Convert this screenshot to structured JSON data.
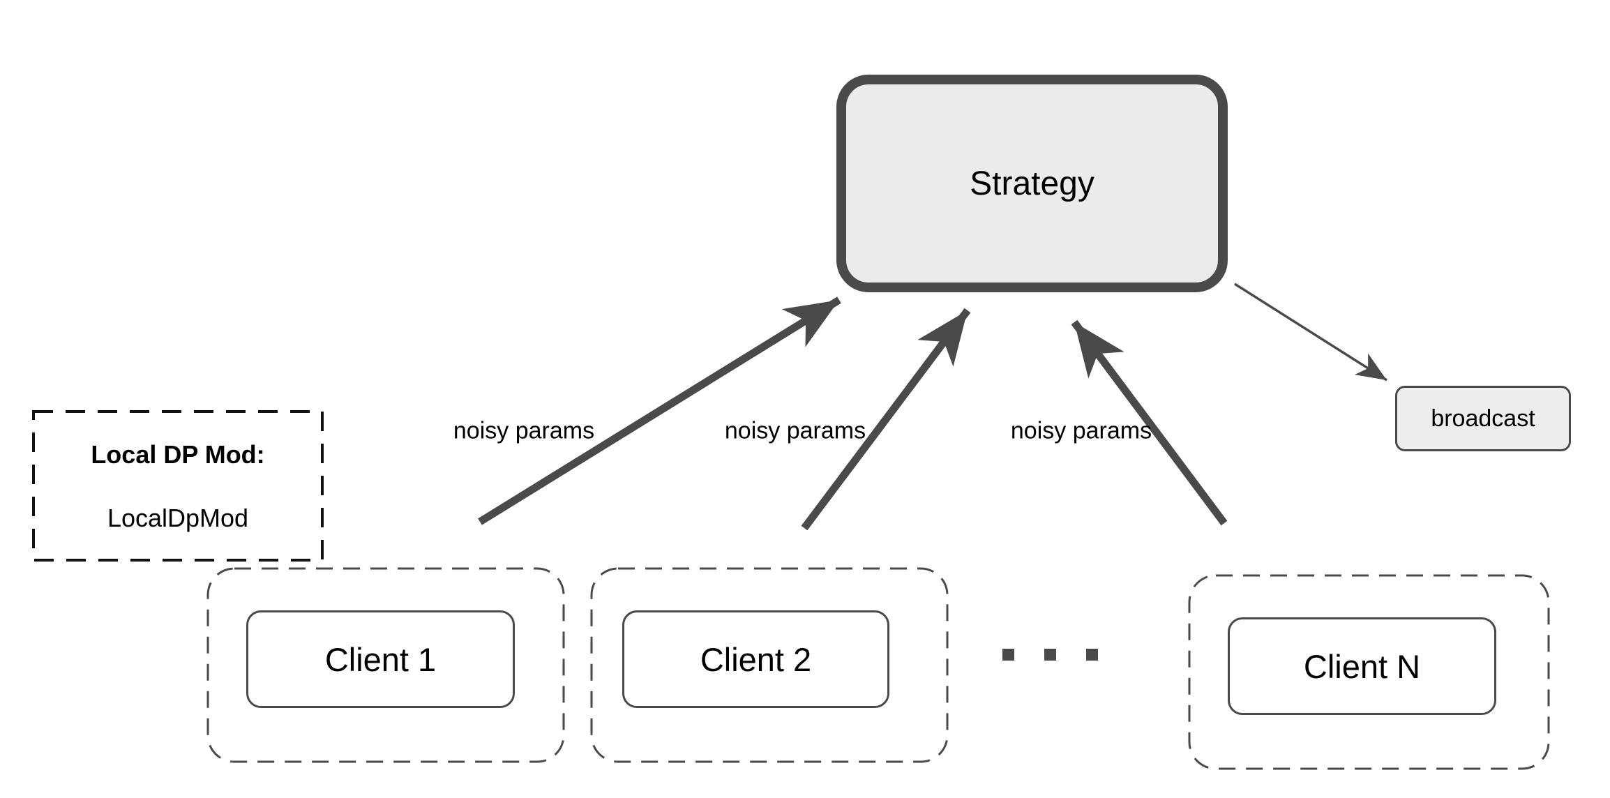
{
  "strategy": {
    "label": "Strategy"
  },
  "broadcast": {
    "label": "broadcast"
  },
  "local_dp_note": {
    "title": "Local DP Mod:",
    "value": "LocalDpMod"
  },
  "clients": [
    {
      "label": "Client 1"
    },
    {
      "label": "Client 2"
    },
    {
      "label": "Client N"
    }
  ],
  "edges": [
    {
      "label": "noisy params"
    },
    {
      "label": "noisy params"
    },
    {
      "label": "noisy params"
    }
  ],
  "colors": {
    "stroke_dark": "#4a4a4a",
    "dashed_note_border": "#111111",
    "strategy_fill": "#ebebeb",
    "broadcast_fill": "#ededed",
    "client_fill": "#ffffff",
    "text": "#000000"
  }
}
